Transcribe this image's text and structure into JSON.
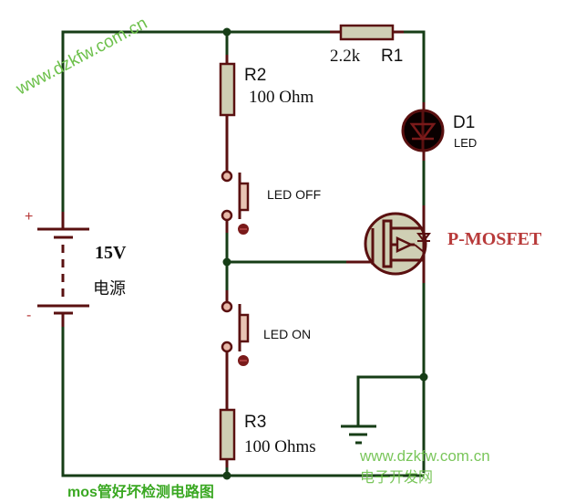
{
  "watermark_top": "www.dzkfw.com.cn",
  "watermark_bottom": {
    "url": "www.dzkfw.com.cn",
    "name": "电子开发网"
  },
  "caption": "mos管好坏检测电路图",
  "components": {
    "r1": {
      "ref": "R1",
      "value": "2.2k"
    },
    "r2": {
      "ref": "R2",
      "value": "100 Ohm"
    },
    "r3": {
      "ref": "R3",
      "value": "100 Ohms"
    },
    "d1": {
      "ref": "D1",
      "value": "LED"
    },
    "mosfet": {
      "label": "P-MOSFET"
    },
    "battery": {
      "voltage": "15V",
      "label": "电源",
      "plus": "+",
      "minus": "-"
    },
    "switch_off": {
      "label": "LED OFF"
    },
    "switch_on": {
      "label": "LED ON"
    }
  },
  "colors": {
    "wire": "#163d16",
    "component": "#5a1010",
    "body_fill": "#cfcfb4",
    "mosfet_label": "#b83a3a",
    "watermark": "#6cc04a"
  }
}
